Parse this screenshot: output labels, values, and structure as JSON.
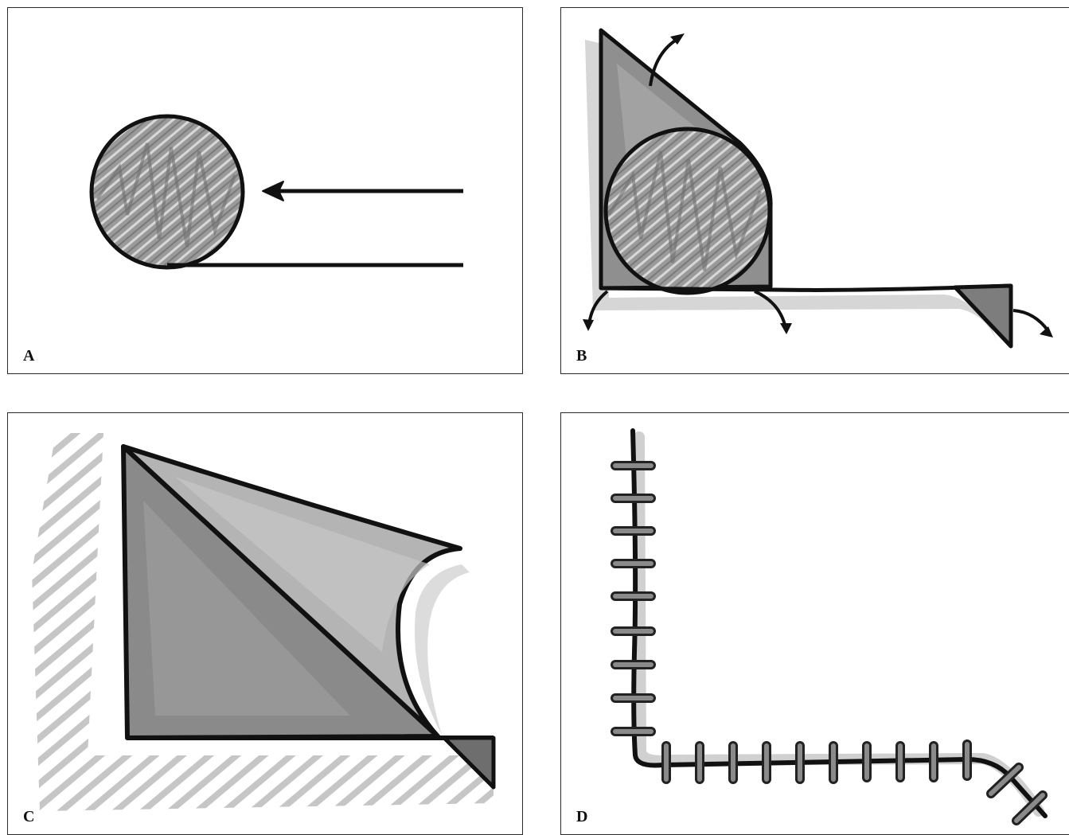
{
  "panels": [
    {
      "id": "A",
      "label": "A"
    },
    {
      "id": "B",
      "label": "B"
    },
    {
      "id": "C",
      "label": "C"
    },
    {
      "id": "D",
      "label": "D"
    }
  ],
  "colors": {
    "outline": "#111111",
    "dark_gray": "#7a7a7a",
    "mid_gray": "#9a9a9a",
    "light_gray": "#b9b9b9",
    "shadow_gray": "#d4d4d4",
    "hatch_gray": "#c8c8c8"
  },
  "icons": [
    "arrow-left-icon",
    "curved-arrow-icon",
    "suture-stitch-icon"
  ]
}
